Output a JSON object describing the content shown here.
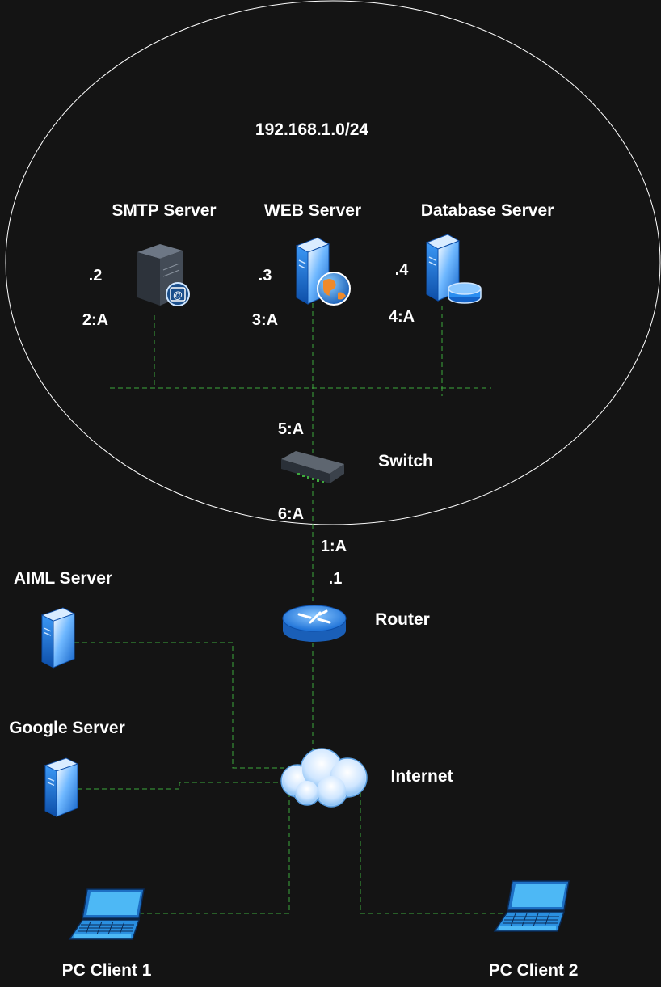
{
  "subnet": "192.168.1.0/24",
  "nodes": {
    "smtp": {
      "name": "SMTP Server",
      "ip": ".2",
      "port": "2:A",
      "icon": "mail-server-icon"
    },
    "web": {
      "name": "WEB Server",
      "ip": ".3",
      "port": "3:A",
      "icon": "web-server-icon"
    },
    "db": {
      "name": "Database Server",
      "ip": ".4",
      "port": "4:A",
      "icon": "database-server-icon"
    },
    "switch": {
      "name": "Switch",
      "port_up": "5:A",
      "port_down": "6:A",
      "icon": "switch-icon"
    },
    "router": {
      "name": "Router",
      "port": "1:A",
      "ip": ".1",
      "icon": "router-icon"
    },
    "aiml": {
      "name": "AIML Server",
      "icon": "server-icon"
    },
    "google": {
      "name": "Google Server",
      "icon": "server-icon"
    },
    "internet": {
      "name": "Internet",
      "icon": "cloud-icon"
    },
    "pc1": {
      "name": "PC Client 1",
      "icon": "laptop-icon"
    },
    "pc2": {
      "name": "PC Client 2",
      "icon": "laptop-icon"
    }
  },
  "colors": {
    "background": "#141414",
    "link": "#3da83d",
    "boundary": "#ffffff",
    "device_blue": "#2b8ef0",
    "text": "#ffffff"
  }
}
